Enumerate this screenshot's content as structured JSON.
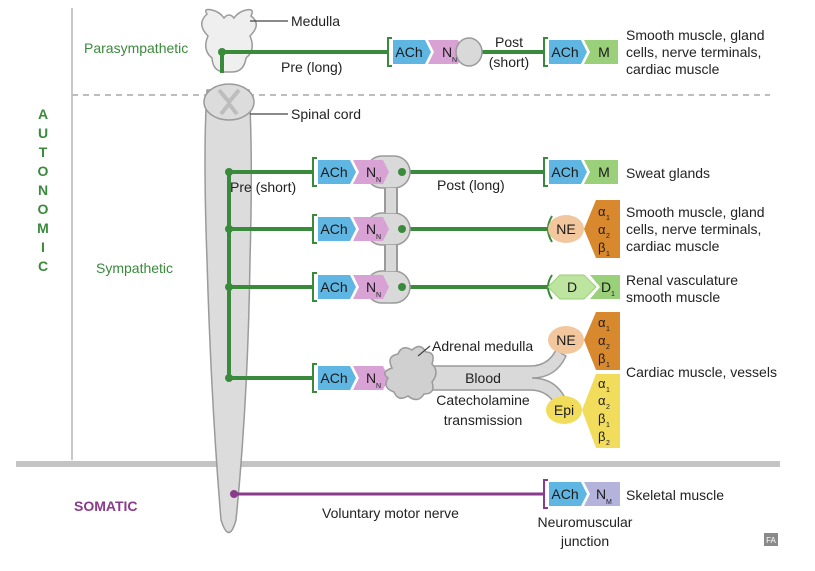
{
  "section_labels": {
    "autonomic_letters": [
      "A",
      "U",
      "T",
      "O",
      "N",
      "O",
      "M",
      "I",
      "C"
    ],
    "parasympathetic": "Parasympathetic",
    "sympathetic": "Sympathetic",
    "somatic": "SOMATIC"
  },
  "anatomy": {
    "medulla": "Medulla",
    "spinal_cord": "Spinal cord",
    "adrenal_medulla": "Adrenal medulla"
  },
  "fiber_labels": {
    "pre_long": "Pre (long)",
    "post": "Post",
    "short_paren": "(short)",
    "pre_short": "Pre (short)",
    "post_long": "Post (long)",
    "blood": "Blood",
    "catecholamine": "Catecholamine",
    "transmission": "transmission",
    "voluntary_motor_nerve": "Voluntary motor nerve",
    "neuromuscular": "Neuromuscular",
    "junction": "junction"
  },
  "receptor_text": {
    "ach": "ACh",
    "n": "N",
    "n_sub": "N",
    "nm_sub": "M",
    "m": "M",
    "ne": "NE",
    "epi": "Epi",
    "d": "D",
    "d1": "D",
    "d1_sub": "1",
    "alpha": "α",
    "beta": "β",
    "sub1": "1",
    "sub2": "2"
  },
  "targets": {
    "para_line1": "Smooth muscle, gland",
    "para_line2": "cells, nerve terminals,",
    "para_line3": "cardiac muscle",
    "sweat": "Sweat glands",
    "symp_line1": "Smooth muscle, gland",
    "symp_line2": "cells, nerve terminals,",
    "symp_line3": "cardiac muscle",
    "renal_line1": "Renal vasculature",
    "renal_line2": "smooth muscle",
    "cardiac_vessels": "Cardiac muscle, vessels",
    "skeletal": "Skeletal muscle"
  },
  "watermark": "FA",
  "colors": {
    "green": "#3a8a3c",
    "purple": "#8a3b8c",
    "ach_blue": "#5fb6e2",
    "nn_pink": "#d8a2d4",
    "m_green": "#9bd07a",
    "orange": "#d9892d",
    "yellow": "#f2dc5c",
    "ne_peach": "#f2c79e",
    "cord_gray": "#dcdcdc"
  }
}
